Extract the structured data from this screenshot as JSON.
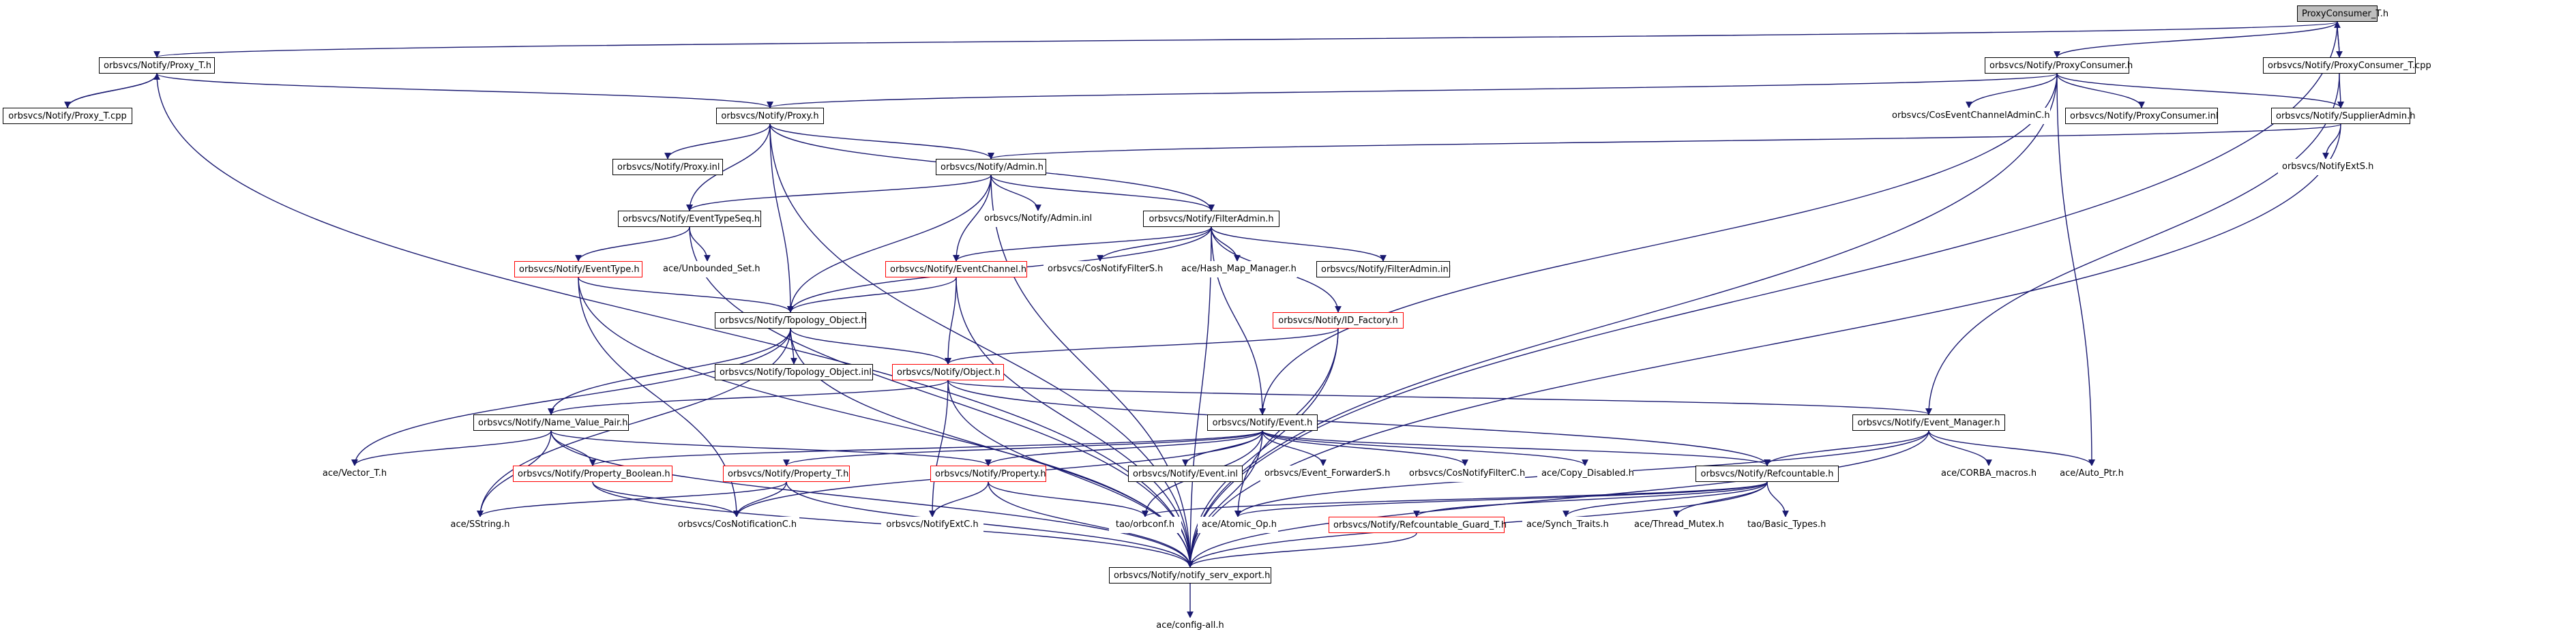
{
  "graph_title": "ProxyConsumer_T.h",
  "colors": {
    "edge": "#191970",
    "box_border": "#000000",
    "red_box": "#ff0000",
    "grey_box": "#c0c0c0",
    "root_fill": "#bfbfbf"
  },
  "nodes": {
    "root": "ProxyConsumer_T.h",
    "proxy_t_h": "orbsvcs/Notify/Proxy_T.h",
    "proxy_t_cpp": "orbsvcs/Notify/Proxy_T.cpp",
    "proxyconsumer_h": "orbsvcs/Notify/ProxyConsumer.h",
    "proxyconsumer_t_cpp": "orbsvcs/Notify/ProxyConsumer_T.cpp",
    "proxy_h": "orbsvcs/Notify/Proxy.h",
    "coseventchanneladminc": "orbsvcs/CosEventChannelAdminC.h",
    "proxyconsumer_inl": "orbsvcs/Notify/ProxyConsumer.inl",
    "supplieradmin_h": "orbsvcs/Notify/SupplierAdmin.h",
    "proxy_inl": "orbsvcs/Notify/Proxy.inl",
    "admin_h": "orbsvcs/Notify/Admin.h",
    "notifyexts_h": "orbsvcs/NotifyExtS.h",
    "eventtypeseq_h": "orbsvcs/Notify/EventTypeSeq.h",
    "admin_inl": "orbsvcs/Notify/Admin.inl",
    "filteradmin_h": "orbsvcs/Notify/FilterAdmin.h",
    "eventtype_h": "orbsvcs/Notify/EventType.h",
    "unbounded_set": "ace/Unbounded_Set.h",
    "eventchannel_h": "orbsvcs/Notify/EventChannel.h",
    "cosnotifyfilters": "orbsvcs/CosNotifyFilterS.h",
    "hash_map_manager": "ace/Hash_Map_Manager.h",
    "filteradmin_inl": "orbsvcs/Notify/FilterAdmin.inl",
    "topology_object_h": "orbsvcs/Notify/Topology_Object.h",
    "id_factory_h": "orbsvcs/Notify/ID_Factory.h",
    "topology_object_inl": "orbsvcs/Notify/Topology_Object.inl",
    "object_h": "orbsvcs/Notify/Object.h",
    "name_value_pair_h": "orbsvcs/Notify/Name_Value_Pair.h",
    "event_h": "orbsvcs/Notify/Event.h",
    "event_manager_h": "orbsvcs/Notify/Event_Manager.h",
    "vector_t": "ace/Vector_T.h",
    "property_boolean_h": "orbsvcs/Notify/Property_Boolean.h",
    "property_t_h": "orbsvcs/Notify/Property_T.h",
    "property_h": "orbsvcs/Notify/Property.h",
    "event_inl": "orbsvcs/Notify/Event.inl",
    "event_forwarders": "orbsvcs/Event_ForwarderS.h",
    "cosnotifyfilterc": "orbsvcs/CosNotifyFilterC.h",
    "copy_disabled": "ace/Copy_Disabled.h",
    "refcountable_h": "orbsvcs/Notify/Refcountable.h",
    "corba_macros": "ace/CORBA_macros.h",
    "auto_ptr": "ace/Auto_Ptr.h",
    "sstring": "ace/SString.h",
    "cosnotificationc": "orbsvcs/CosNotificationC.h",
    "notifyextc": "orbsvcs/NotifyExtC.h",
    "orbconf": "tao/orbconf.h",
    "atomic_op": "ace/Atomic_Op.h",
    "refcountable_guard_t_h": "orbsvcs/Notify/Refcountable_Guard_T.h",
    "synch_traits": "ace/Synch_Traits.h",
    "thread_mutex": "ace/Thread_Mutex.h",
    "basic_types": "tao/Basic_Types.h",
    "notify_serv_export": "orbsvcs/Notify/notify_serv_export.h",
    "config_all": "ace/config-all.h"
  }
}
